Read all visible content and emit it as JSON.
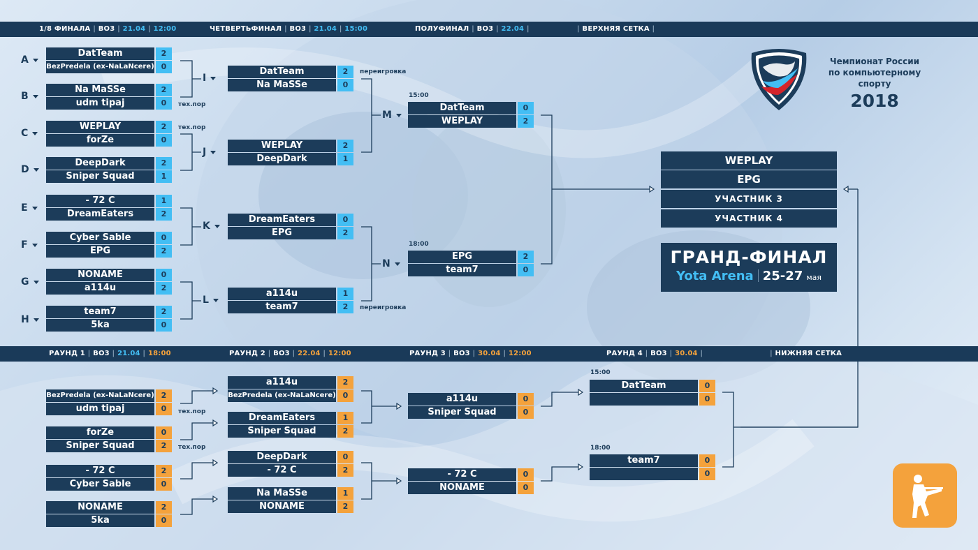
{
  "headers": {
    "upper": {
      "r16": {
        "name": "1/8 ФИНАЛА",
        "format": "ВО3",
        "date": "21.04",
        "time": "12:00"
      },
      "qf": {
        "name": "ЧЕТВЕРТЬФИНАЛ",
        "format": "ВО3",
        "date": "21.04",
        "time": "15:00"
      },
      "sf": {
        "name": "ПОЛУФИНАЛ",
        "format": "ВО3",
        "date": "22.04"
      },
      "bracket": "ВЕРХНЯЯ СЕТКА"
    },
    "lower": {
      "r1": {
        "name": "РАУНД 1",
        "format": "ВО3",
        "date": "21.04",
        "time": "18:00"
      },
      "r2": {
        "name": "РАУНД 2",
        "format": "ВО3",
        "date": "22.04",
        "time": "12:00"
      },
      "r3": {
        "name": "РАУНД 3",
        "format": "ВО3",
        "date": "30.04",
        "time": "12:00"
      },
      "r4": {
        "name": "РАУНД 4",
        "format": "ВО3",
        "date": "30.04"
      },
      "bracket": "НИЖНЯЯ СЕТКА"
    }
  },
  "group_labels": [
    "A",
    "B",
    "C",
    "D",
    "E",
    "F",
    "G",
    "H",
    "I",
    "J",
    "K",
    "L",
    "M",
    "N"
  ],
  "notes": {
    "tech": "тех.пор",
    "replay": "переигровка",
    "time_15": "15:00",
    "time_18": "18:00"
  },
  "upper_r16": [
    {
      "t1": "DatTeam",
      "s1": "2",
      "t2": "BezPredela (ex-NaLaNcere)",
      "s2": "0"
    },
    {
      "t1": "Na MaSSe",
      "s1": "2",
      "t2": "udm tipaj",
      "s2": "0"
    },
    {
      "t1": "WEPLAY",
      "s1": "2",
      "t2": "forZe",
      "s2": "0"
    },
    {
      "t1": "DeepDark",
      "s1": "2",
      "t2": "Sniper Squad",
      "s2": "1"
    },
    {
      "t1": "- 72 C",
      "s1": "1",
      "t2": "DreamEaters",
      "s2": "2"
    },
    {
      "t1": "Cyber Sable",
      "s1": "0",
      "t2": "EPG",
      "s2": "2"
    },
    {
      "t1": "NONAME",
      "s1": "0",
      "t2": "a114u",
      "s2": "2"
    },
    {
      "t1": "team7",
      "s1": "2",
      "t2": "5ka",
      "s2": "0"
    }
  ],
  "upper_qf": [
    {
      "t1": "DatTeam",
      "s1": "2",
      "t2": "Na MaSSe",
      "s2": "0"
    },
    {
      "t1": "WEPLAY",
      "s1": "2",
      "t2": "DeepDark",
      "s2": "1"
    },
    {
      "t1": "DreamEaters",
      "s1": "0",
      "t2": "EPG",
      "s2": "2"
    },
    {
      "t1": "a114u",
      "s1": "1",
      "t2": "team7",
      "s2": "2"
    }
  ],
  "upper_sf": [
    {
      "t1": "DatTeam",
      "s1": "0",
      "t2": "WEPLAY",
      "s2": "2"
    },
    {
      "t1": "EPG",
      "s1": "2",
      "t2": "team7",
      "s2": "0"
    }
  ],
  "lower_r1": [
    {
      "t1": "BezPredela (ex-NaLaNcere)",
      "s1": "2",
      "t2": "udm tipaj",
      "s2": "0"
    },
    {
      "t1": "forZe",
      "s1": "0",
      "t2": "Sniper Squad",
      "s2": "2"
    },
    {
      "t1": "- 72 C",
      "s1": "2",
      "t2": "Cyber Sable",
      "s2": "0"
    },
    {
      "t1": "NONAME",
      "s1": "2",
      "t2": "5ka",
      "s2": "0"
    }
  ],
  "lower_r2": [
    {
      "t1": "a114u",
      "s1": "2",
      "t2": "BezPredela (ex-NaLaNcere)",
      "s2": "0"
    },
    {
      "t1": "DreamEaters",
      "s1": "1",
      "t2": "Sniper Squad",
      "s2": "2"
    },
    {
      "t1": "DeepDark",
      "s1": "0",
      "t2": "- 72 C",
      "s2": "2"
    },
    {
      "t1": "Na MaSSe",
      "s1": "1",
      "t2": "NONAME",
      "s2": "2"
    }
  ],
  "lower_r3": [
    {
      "t1": "a114u",
      "s1": "0",
      "t2": "Sniper Squad",
      "s2": "0"
    },
    {
      "t1": "- 72 C",
      "s1": "0",
      "t2": "NONAME",
      "s2": "0"
    }
  ],
  "lower_r4": [
    {
      "t1": "DatTeam",
      "s1": "0",
      "t2": "",
      "s2": "0"
    },
    {
      "t1": "team7",
      "s1": "0",
      "t2": "",
      "s2": "0"
    }
  ],
  "grand_final": {
    "participants": [
      "WEPLAY",
      "EPG",
      "УЧАСТНИК 3",
      "УЧАСТНИК 4"
    ],
    "title": "ГРАНД-ФИНАЛ",
    "venue": "Yota Arena",
    "dates": "25-27",
    "month": "мая"
  },
  "championship": {
    "line1": "Чемпионат России",
    "line2": "по компьютерному спорту",
    "year": "2018"
  },
  "colors": {
    "dark": "#1c3c5a",
    "header": "#1a3a59",
    "upper_score": "#43bef4",
    "lower_score": "#f4a23c",
    "bg_light": "#dde9f5"
  },
  "icons": {
    "federation_logo": "shield-russia-logo-icon",
    "game": "counter-strike-soldier-icon"
  }
}
